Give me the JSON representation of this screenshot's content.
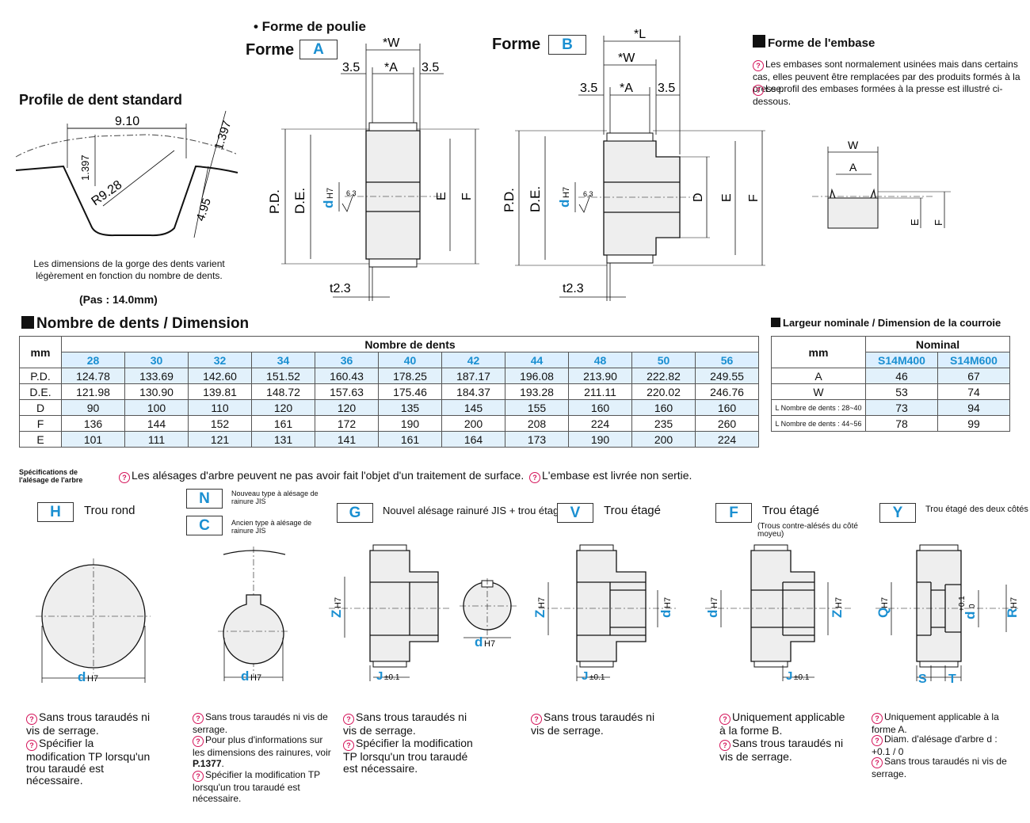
{
  "tooth_profile": {
    "title": "Profile de dent standard",
    "dim_910": "9.10",
    "dim_1397a": "1.397",
    "dim_1397b": "1.397",
    "dim_r928": "R9.28",
    "dim_495": "4.95",
    "note": "Les dimensions de la gorge des dents varient légèrement en fonction du nombre de dents.",
    "pitch": "(Pas : 14.0mm)"
  },
  "pulley_shape": {
    "heading": "• Forme de poulie",
    "forme_label_a": "Forme",
    "forme_letter_a": "A",
    "forme_label_b": "Forme",
    "forme_letter_b": "B",
    "w": "*W",
    "a": "*A",
    "l": "*L",
    "d35": "3.5",
    "t23": "t2.3",
    "pd": "P.D.",
    "de": "D.E.",
    "d": "d",
    "h7": "H7",
    "e": "E",
    "f": "F",
    "dd": "D",
    "rough": "6.3"
  },
  "embase": {
    "title": "Forme de l'embase",
    "notes": [
      "Les embases sont normalement usinées mais dans certains cas, elles peuvent être remplacées par des produits formés à la presse.",
      "Le profil des embases formées à la presse est illustré ci-dessous."
    ],
    "w": "W",
    "a": "A",
    "e": "E",
    "f": "F"
  },
  "teeth_table": {
    "title": "Nombre de dents / Dimension",
    "unit": "mm",
    "group": "Nombre de dents",
    "columns": [
      "28",
      "30",
      "32",
      "34",
      "36",
      "40",
      "42",
      "44",
      "48",
      "50",
      "56"
    ],
    "rows": [
      {
        "label": "P.D.",
        "values": [
          "124.78",
          "133.69",
          "142.60",
          "151.52",
          "160.43",
          "178.25",
          "187.17",
          "196.08",
          "213.90",
          "222.82",
          "249.55"
        ]
      },
      {
        "label": "D.E.",
        "values": [
          "121.98",
          "130.90",
          "139.81",
          "148.72",
          "157.63",
          "175.46",
          "184.37",
          "193.28",
          "211.11",
          "220.02",
          "246.76"
        ]
      },
      {
        "label": "D",
        "values": [
          "90",
          "100",
          "110",
          "120",
          "120",
          "135",
          "145",
          "155",
          "160",
          "160",
          "160"
        ]
      },
      {
        "label": "F",
        "values": [
          "136",
          "144",
          "152",
          "161",
          "172",
          "190",
          "200",
          "208",
          "224",
          "235",
          "260"
        ]
      },
      {
        "label": "E",
        "values": [
          "101",
          "111",
          "121",
          "131",
          "141",
          "161",
          "164",
          "173",
          "190",
          "200",
          "224"
        ]
      }
    ]
  },
  "belt_table": {
    "title": "Largeur nominale / Dimension de la courroie",
    "unit": "mm",
    "group": "Nominal",
    "columns": [
      "S14M400",
      "S14M600"
    ],
    "rows": [
      {
        "label": "A",
        "values": [
          "46",
          "67"
        ]
      },
      {
        "label": "W",
        "values": [
          "53",
          "74"
        ]
      },
      {
        "label": "L  Nombre de dents : 28~40",
        "values": [
          "73",
          "94"
        ]
      },
      {
        "label": "L  Nombre de dents : 44~56",
        "values": [
          "78",
          "99"
        ]
      }
    ]
  },
  "bore": {
    "spec_label": "Spécifications de l'alésage de l'arbre",
    "note1": "Les alésages d'arbre peuvent ne pas avoir fait l'objet d'un traitement de surface.",
    "note2": "L'embase est livrée non sertie.",
    "types": [
      {
        "letter": "H",
        "name": "Trou rond"
      },
      {
        "letter": "N",
        "name": "Nouveau type à alésage de rainure JIS"
      },
      {
        "letter": "C",
        "name": "Ancien type à alésage de rainure JIS"
      },
      {
        "letter": "G",
        "name": "Nouvel alésage rainuré JIS + trou étagé"
      },
      {
        "letter": "V",
        "name": "Trou étagé"
      },
      {
        "letter": "F",
        "name": "Trou étagé",
        "sub": "(Trous contre-alésés du côté moyeu)"
      },
      {
        "letter": "Y",
        "name": "Trou étagé des deux côtés"
      }
    ],
    "labels": {
      "d": "d",
      "h7": "H7",
      "z": "Z",
      "j": "J",
      "pm01": "±0.1",
      "q": "Q",
      "r": "R",
      "s": "S",
      "t": "T",
      "p01": "+0.1",
      "zero": "0"
    },
    "notes_h": [
      "Sans trous taraudés ni vis de serrage.",
      "Spécifier la modification TP lorsqu'un trou taraudé est nécessaire."
    ],
    "notes_nc": [
      "Sans trous taraudés ni vis de serrage.",
      "Pour plus d'informations sur les dimensions des rainures, voir",
      "P.1377",
      ".",
      "Spécifier la modification TP lorsqu'un trou taraudé est nécessaire."
    ],
    "notes_g": [
      "Sans trous taraudés ni vis de serrage.",
      "Spécifier la modification TP lorsqu'un trou taraudé est nécessaire."
    ],
    "notes_v": [
      "Sans trous taraudés ni vis de serrage."
    ],
    "notes_f": [
      "Uniquement applicable à la forme B.",
      "Sans trous taraudés ni vis de serrage."
    ],
    "notes_y": [
      "Uniquement applicable à la forme A.",
      "Diam. d'alésage d'arbre d : +0.1 / 0",
      "Sans trous taraudés ni vis de serrage."
    ]
  }
}
